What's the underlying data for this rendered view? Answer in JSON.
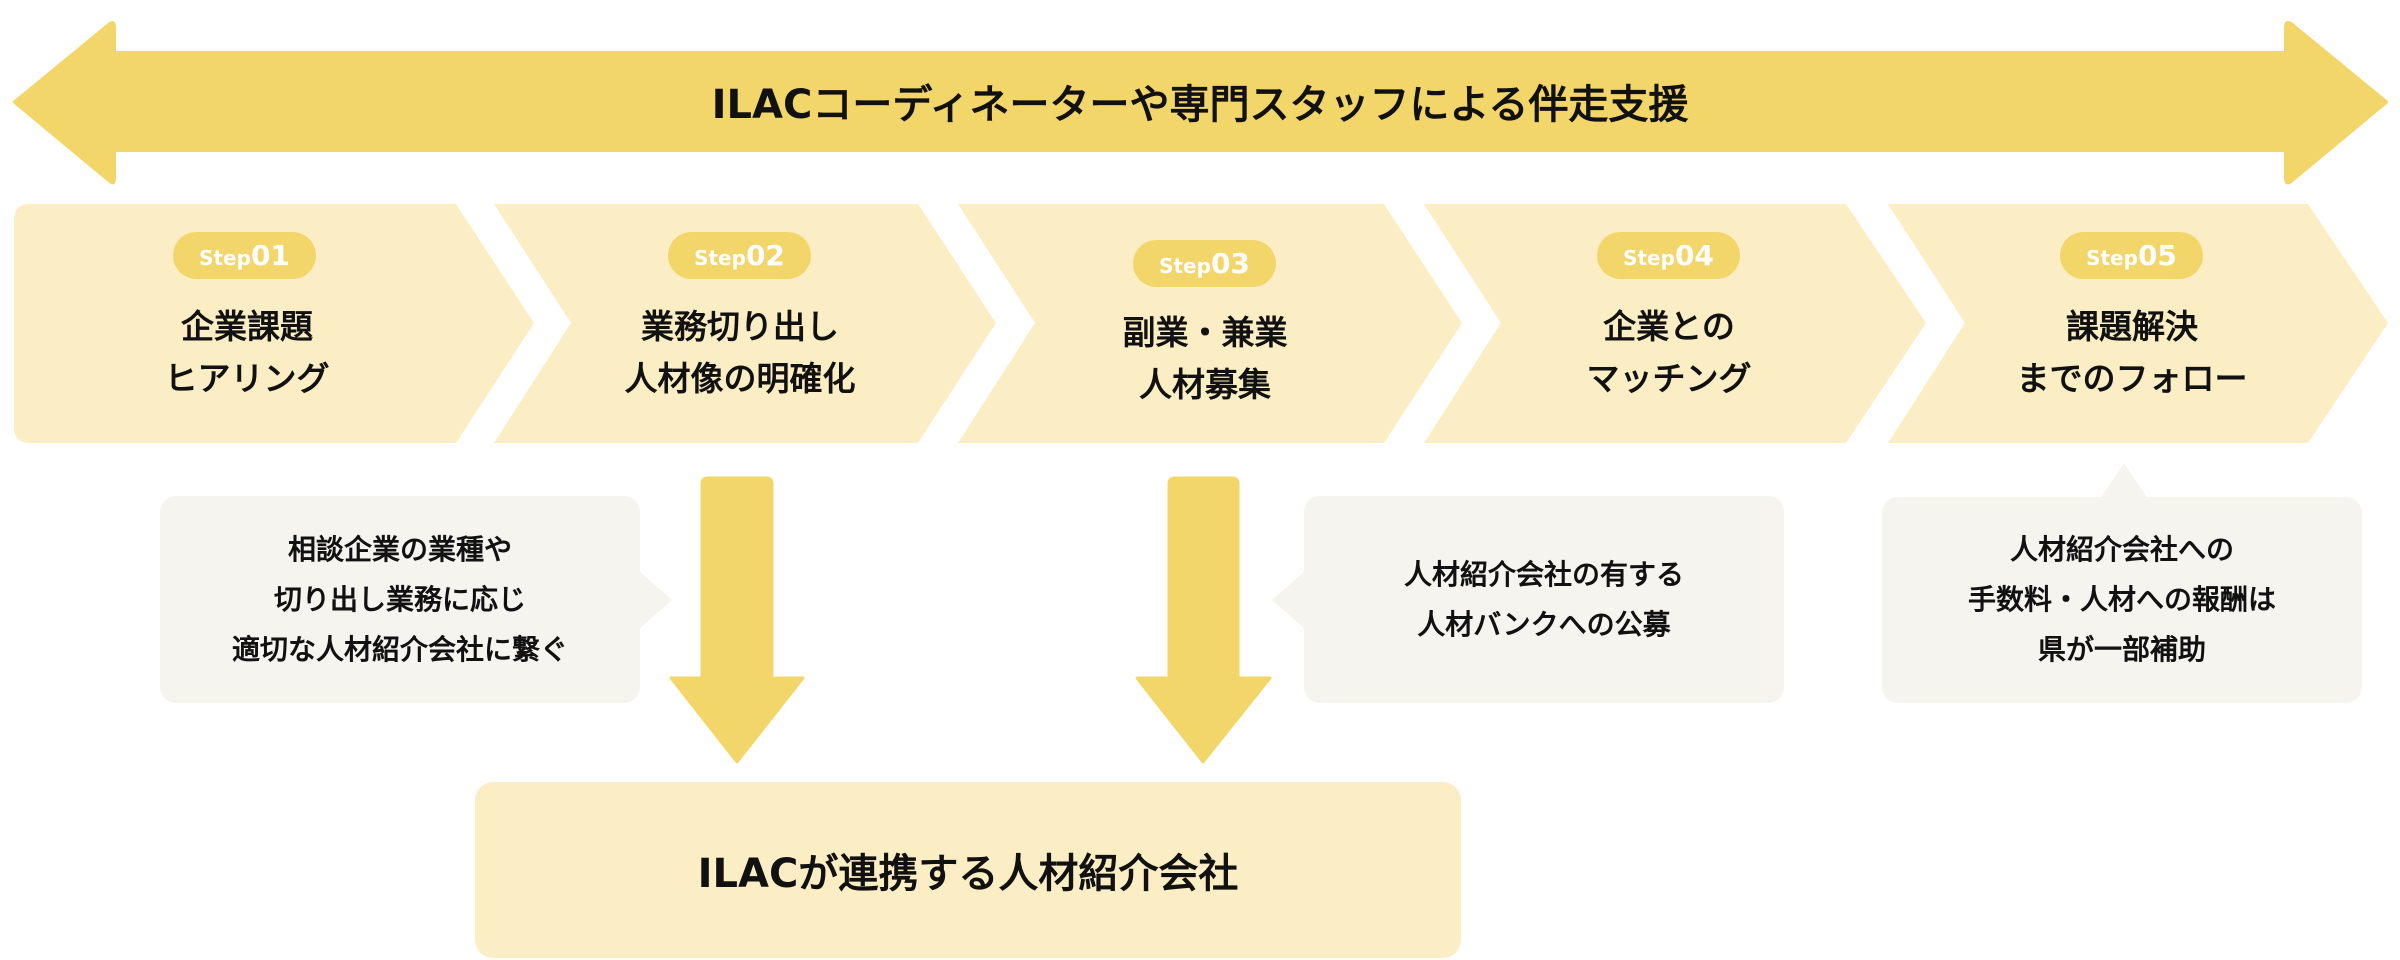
{
  "banner": {
    "title": "ILACコーディネーターや専門スタッフによる伴走支援"
  },
  "steps": [
    {
      "label": "Step",
      "number": "01",
      "line1": "企業課題",
      "line2": "ヒアリング"
    },
    {
      "label": "Step",
      "number": "02",
      "line1": "業務切り出し",
      "line2": "人材像の明確化"
    },
    {
      "label": "Step",
      "number": "03",
      "line1": "副業・兼業",
      "line2": "人材募集"
    },
    {
      "label": "Step",
      "number": "04",
      "line1": "企業との",
      "line2": "マッチング"
    },
    {
      "label": "Step",
      "number": "05",
      "line1": "課題解決",
      "line2": "までのフォロー"
    }
  ],
  "notes": [
    {
      "lines": [
        "相談企業の業種や",
        "切り出し業務に応じ",
        "適切な人材紹介会社に繋ぐ"
      ]
    },
    {
      "lines": [
        "人材紹介会社の有する",
        "人材バンクへの公募"
      ]
    },
    {
      "lines": [
        "人材紹介会社への",
        "手数料・人材への報酬は",
        "県が一部補助"
      ]
    }
  ],
  "partner": {
    "label": "ILACが連携する人材紹介会社"
  },
  "colors": {
    "arrow": "#F3D66A",
    "step_bg": "#FBEDC4",
    "note_bg": "#F5F4EE",
    "pill_text": "#FFFFFF"
  }
}
